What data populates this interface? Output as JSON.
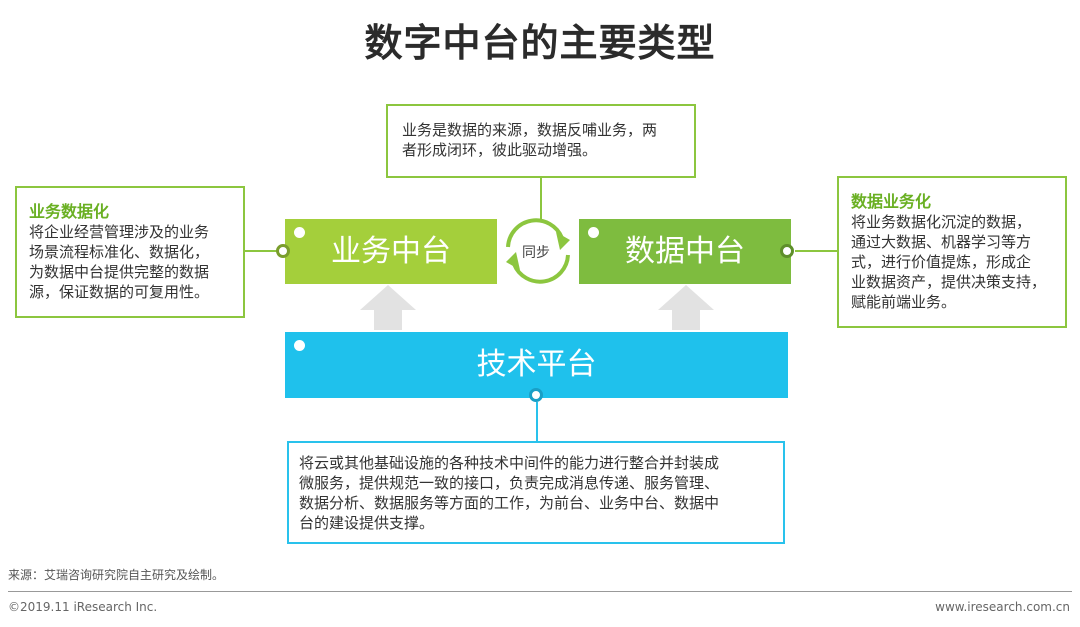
{
  "title": "数字中台的主要类型",
  "top_box": {
    "text_lines": [
      "业务是数据的来源，数据反哺业务，两",
      "者形成闭环，彼此驱动增强。"
    ]
  },
  "left_box": {
    "heading": "业务数据化",
    "text_lines": [
      "将企业经营管理涉及的业务",
      "场景流程标准化、数据化，",
      "为数据中台提供完整的数据",
      "源，保证数据的可复用性。"
    ]
  },
  "right_box": {
    "heading": "数据业务化",
    "text_lines": [
      "将业务数据化沉淀的数据，",
      "通过大数据、机器学习等方",
      "式，进行价值提炼，形成企",
      "业数据资产，提供决策支持，",
      "赋能前端业务。"
    ]
  },
  "blocks": {
    "business": "业务中台",
    "data": "数据中台",
    "tech": "技术平台"
  },
  "sync_label": "同步",
  "bottom_box": {
    "text_lines": [
      "将云或其他基础设施的各种技术中间件的能力进行整合并封装成",
      "微服务，提供规范一致的接口，负责完成消息传递、服务管理、",
      "数据分析、数据服务等方面的工作，为前台、业务中台、数据中",
      "台的建设提供支撑。"
    ]
  },
  "footer": {
    "source": "来源：艾瑞咨询研究院自主研究及绘制。",
    "copyright": "©2019.11 iResearch Inc.",
    "website": "www.iresearch.com.cn"
  },
  "colors": {
    "green_light": "#a4cf3b",
    "green_dark": "#7ebc3f",
    "blue": "#1fc1ec",
    "box_border_green": "#8cc63f",
    "box_border_blue": "#29c2ec"
  }
}
